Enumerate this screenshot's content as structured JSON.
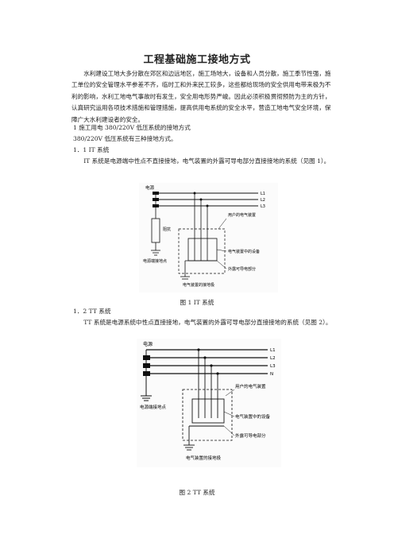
{
  "title": "工程基础施工接地方式",
  "intro": "水利建设工地大多分散在郊区和边远地区，施工场地大，设备和人员分散，施工季节性强，施工单位的安全管理水平参差不齐，临时工和外来民工较多，这些都给现场的安全供用电带来极为不利的影响，水利工地电气事故时有发生，安全用电形势严峻。因此必须积极贯彻预防为主的方针，认真研究运用各项技术措施和管理措施，提高供用电系统的安全水平，营造工地电气安全环境，保障广大水利建设者的安全。",
  "section1": "1  施工用电 380/220V 低压系统的接地方式",
  "section1_text": "380/220V 低压系统有三种接地方式。",
  "sub11": "1．1 IT 系统",
  "it_text": "IT 系统是电源端中性点不直接接地，电气装置的外露可导电部分直接接地的系统（见图 1）。",
  "fig1": {
    "source": "电源",
    "lines": [
      "L1",
      "L2",
      "L3"
    ],
    "impedance": "阻抗",
    "source_ground": "电源端接地点",
    "user_equipment": "用户的电气装置",
    "equipment_in": "电气装置中的设备",
    "exposed_parts": "外露可导电部分",
    "device_ground": "电气装置的接地极",
    "caption": "图 1 IT 系统"
  },
  "sub12": "1．2 TT 系统",
  "tt_text": "TT 系统是电源系统中性点直接接地，电气装置的外露可导电部分直接接地的系统（见图 2）。",
  "fig2": {
    "source": "电源",
    "lines": [
      "L1",
      "L2",
      "L3",
      "N"
    ],
    "source_ground": "电源端接地点",
    "user_equipment": "用户的电气装置",
    "equipment_in": "电气装置中的设备",
    "exposed_parts": "外露可导电部分",
    "device_ground": "电气装置的接地极",
    "caption": "图 2 TT 系统"
  }
}
